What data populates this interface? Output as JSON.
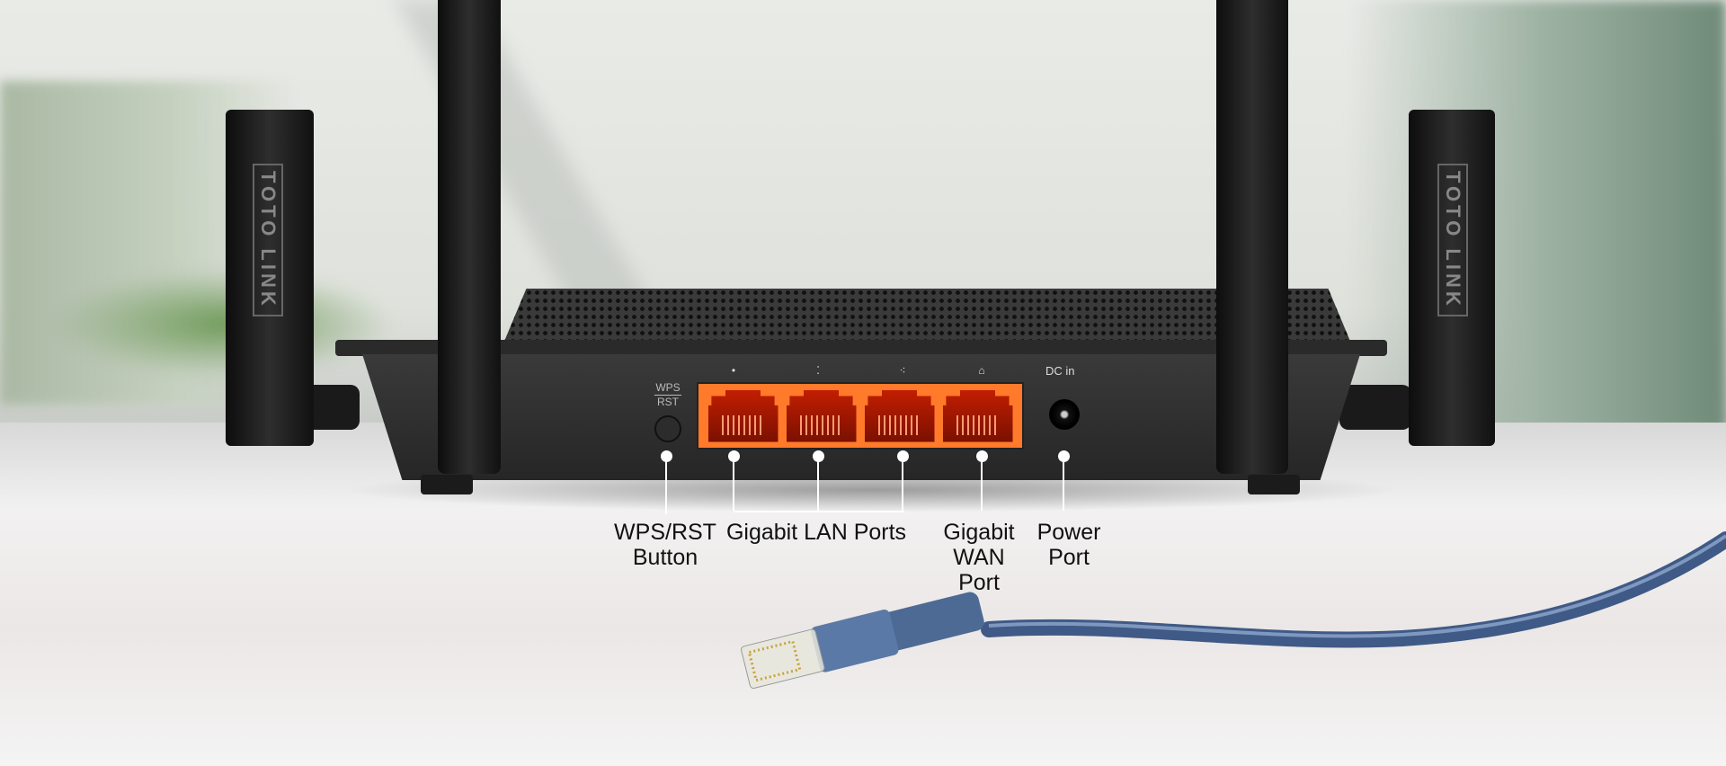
{
  "brand": "TOTO LINK",
  "router_markings": {
    "wps_top": "WPS",
    "wps_bottom": "RST",
    "lan_port_marks": [
      "•",
      "⁚",
      "⁖"
    ],
    "wan_port_mark": "⌂",
    "dc_label": "DC in"
  },
  "callouts": [
    {
      "id": "wps",
      "line1": "WPS/RST",
      "line2": "Button"
    },
    {
      "id": "lan",
      "line1": "Gigabit LAN Ports"
    },
    {
      "id": "wan",
      "line1": "Gigabit",
      "line2": "WAN",
      "line3": "Port"
    },
    {
      "id": "power",
      "line1": "Power",
      "line2": "Port"
    }
  ],
  "colors": {
    "port_panel": "#ff7a2a",
    "cable": "#4d6a95"
  }
}
